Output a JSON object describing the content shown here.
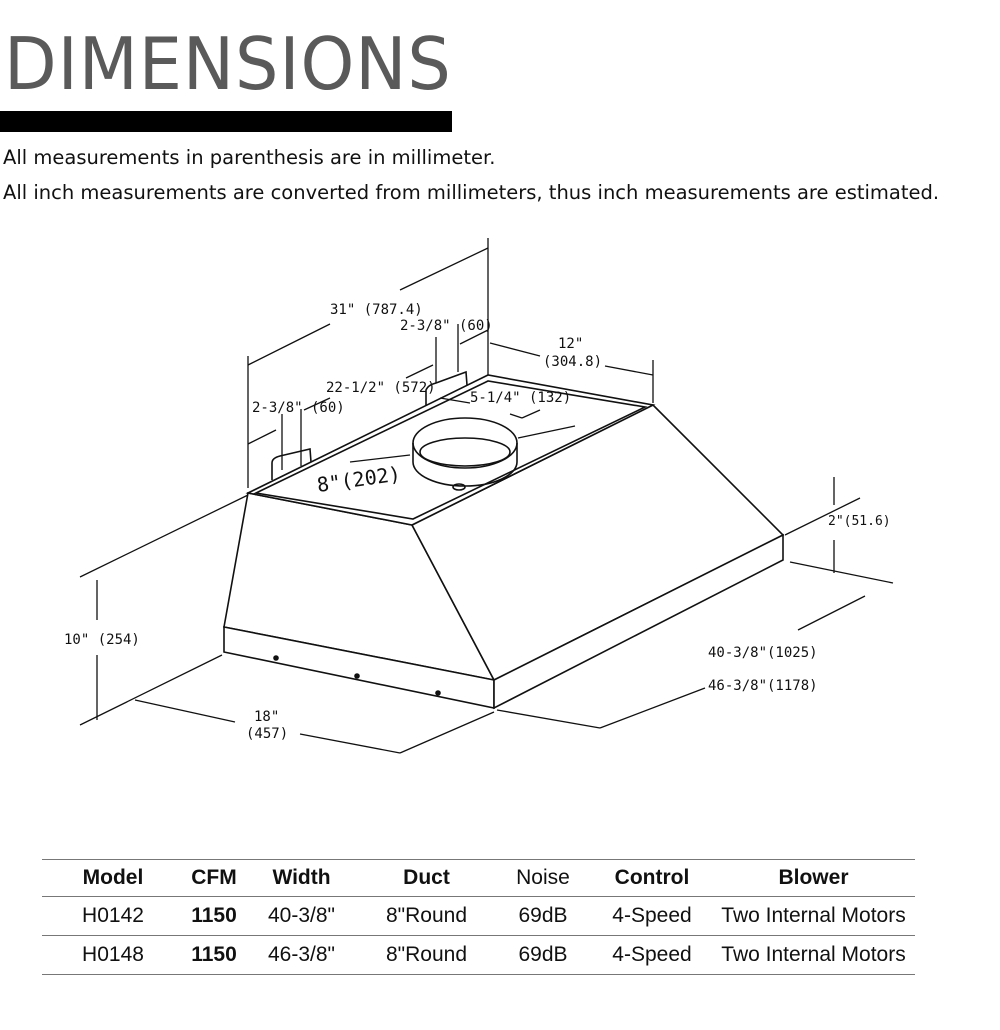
{
  "header": {
    "title": "DIMENSIONS"
  },
  "notes": [
    "All measurements in parenthesis are in millimeter.",
    "All inch measurements are converted from millimeters, thus inch measurements are  estimated."
  ],
  "diagram": {
    "overall_depth": "31\" (787.4)",
    "bracket_right": "2-3/8\" (60)",
    "bracket_left": "2-3/8\" (60)",
    "bracket_spacing": "22-1/2\" (572)",
    "duct_offset": "5-1/4\" (132)",
    "top_depth_in": "12\"",
    "top_depth_mm": "(304.8)",
    "duct_diameter": "8\"(202)",
    "skirt_height": "2\"(51.6)",
    "height": "10\" (254)",
    "front_depth_in": "18\"",
    "front_depth_mm": "(457)",
    "width_1": "40-3/8\"(1025)",
    "width_2": "46-3/8\"(1178)"
  },
  "table": {
    "headers": [
      "Model",
      "CFM",
      "Width",
      "Duct",
      "Noise",
      "Control",
      "Blower"
    ],
    "rows": [
      [
        "H0142",
        "1150",
        "40-3/8\"",
        "8\"Round",
        "69dB",
        "4-Speed",
        "Two Internal Motors"
      ],
      [
        "H0148",
        "1150",
        "46-3/8\"",
        "8\"Round",
        "69dB",
        "4-Speed",
        "Two Internal Motors"
      ]
    ]
  }
}
